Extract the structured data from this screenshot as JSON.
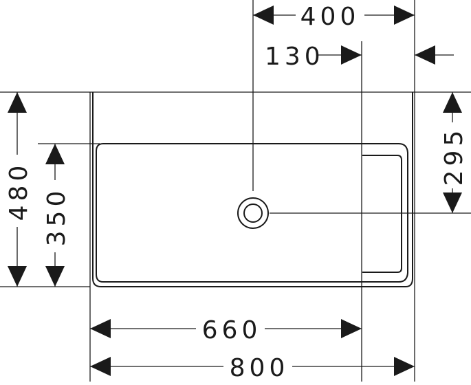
{
  "dimensions": {
    "width_outer": "800",
    "width_inner": "660",
    "depth_outer": "480",
    "depth_inner": "350",
    "drain_from_side": "400",
    "tray_offset": "130",
    "drain_depth": "295"
  }
}
